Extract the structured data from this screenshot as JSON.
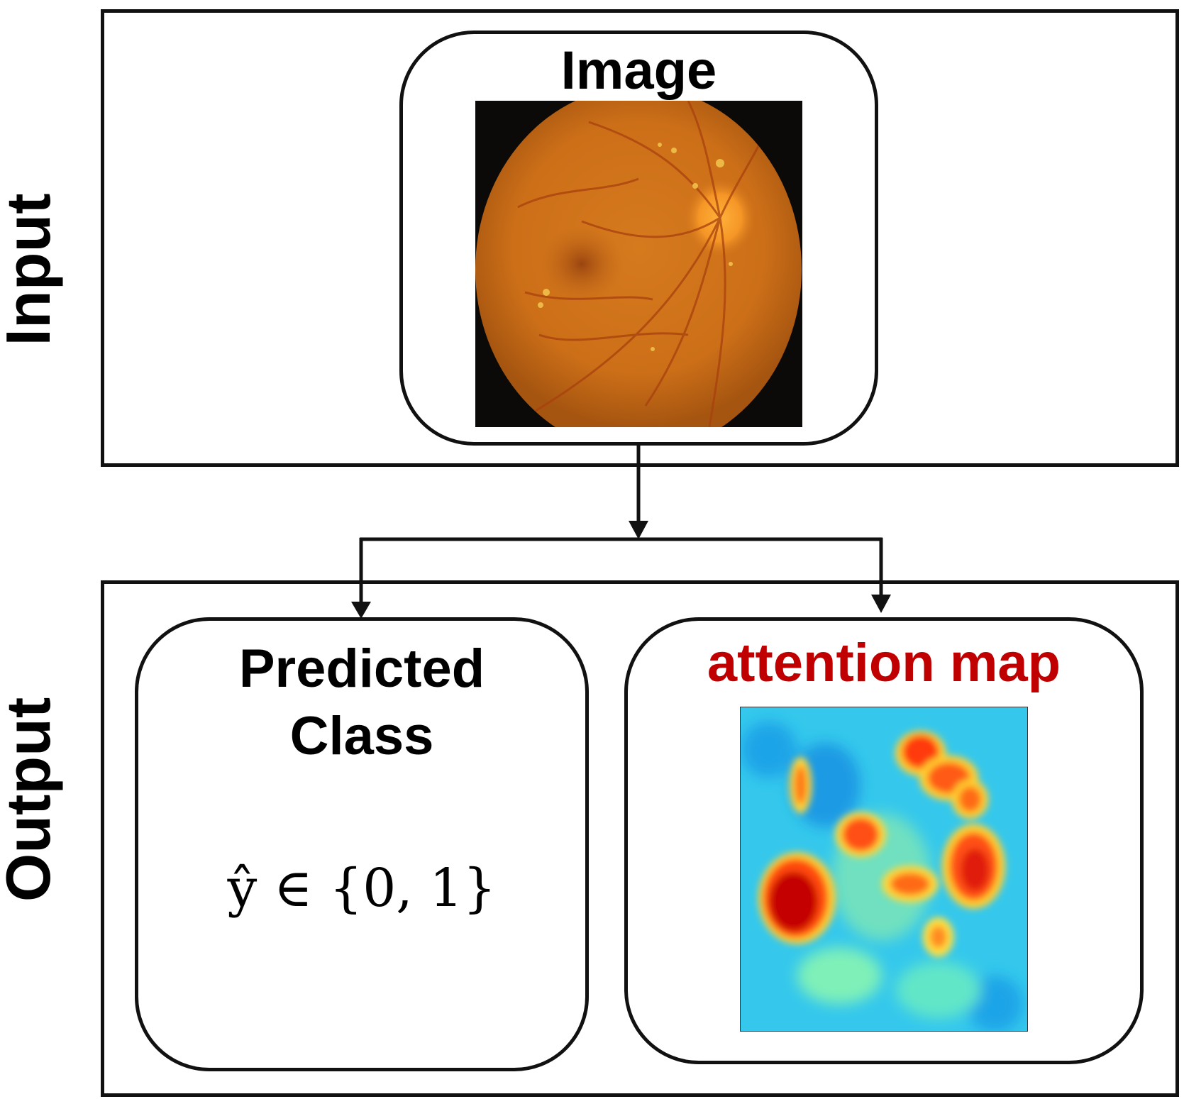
{
  "input_panel": {
    "label": "Input",
    "image_box": {
      "title": "Image"
    }
  },
  "output_panel": {
    "label": "Output",
    "class_box": {
      "title_line1": "Predicted",
      "title_line2": "Class",
      "formula": "ŷ ∈ {0, 1}"
    },
    "attention_box": {
      "title": "attention map"
    }
  },
  "colors": {
    "attention_title": "#c00000",
    "fundus_orange": "#d2761a",
    "fundus_background": "#0c0a08",
    "heatmap_base": "#2ec8e6"
  },
  "icons": {
    "fundus": "retina-fundus-image",
    "heatmap": "attention-heatmap-image"
  }
}
